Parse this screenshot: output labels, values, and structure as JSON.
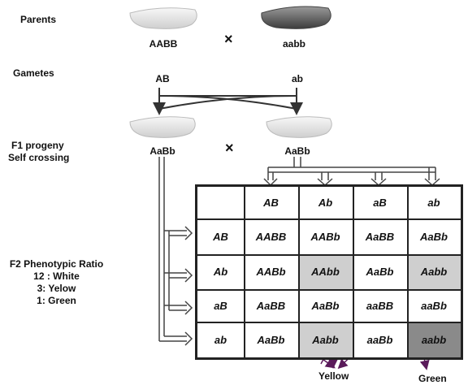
{
  "labels": {
    "parents": "Parents",
    "gametes": "Gametes",
    "f1_line1": "F1 progeny",
    "f1_line2": "Self crossing",
    "ratio_title": "F2 Phenotypic Ratio",
    "ratio_white": "12 : White",
    "ratio_yellow": "3: Yelow",
    "ratio_green": "1: Green",
    "out_yellow": "Yellow",
    "out_green": "Green"
  },
  "parents": {
    "left": "AABB",
    "right": "aabb",
    "cross": "×"
  },
  "gametes": {
    "left": "AB",
    "right": "ab"
  },
  "f1": {
    "left": "AaBb",
    "right": "AaBb",
    "cross": "×"
  },
  "colors": {
    "white_fruit": "#e9e9e9",
    "green_fruit": "#5a5a5a",
    "yellow_cell": "#cfcfcf",
    "green_cell": "#8a8a8a",
    "arrow": "#5a1a5a"
  },
  "punnett": {
    "col_headers": [
      "AB",
      "Ab",
      "aB",
      "ab"
    ],
    "row_headers": [
      "AB",
      "Ab",
      "aB",
      "ab"
    ],
    "cells": [
      [
        "AABB",
        "AABb",
        "AaBB",
        "AaBb"
      ],
      [
        "AABb",
        "AAbb",
        "AaBb",
        "Aabb"
      ],
      [
        "AaBB",
        "AaBb",
        "aaBB",
        "aaBb"
      ],
      [
        "AaBb",
        "Aabb",
        "aaBb",
        "aabb"
      ]
    ],
    "shading": [
      [
        "",
        "",
        "",
        ""
      ],
      [
        "",
        "yellow",
        "",
        "yellow"
      ],
      [
        "",
        "",
        "",
        ""
      ],
      [
        "",
        "yellow",
        "",
        "green"
      ]
    ]
  }
}
